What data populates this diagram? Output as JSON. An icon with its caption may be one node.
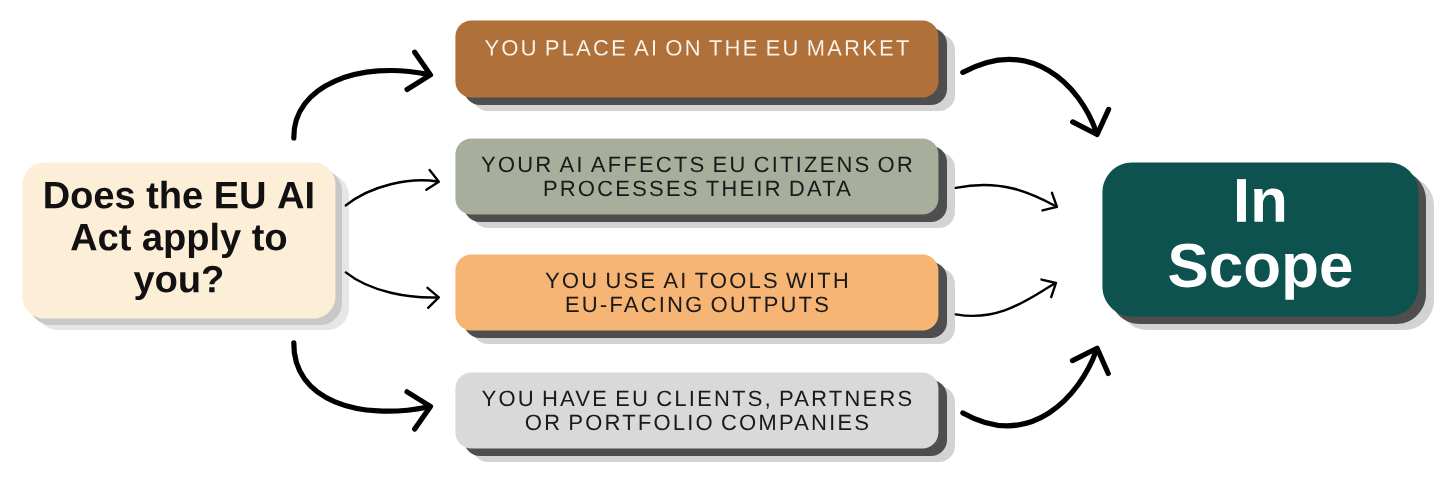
{
  "diagram": {
    "nodes": [
      {
        "text": [
          "Does the EU AI Act apply to you?"
        ]
      },
      {
        "text": [
          "YOU PLACE AI ON THE EU MARKET"
        ]
      },
      {
        "text": [
          "YOUR AI AFFECTS EU CITIZENS OR PROCESSES THEIR DATA"
        ]
      },
      {
        "text": [
          "YOU USE AI TOOLS WITH EU-FACING OUTPUTS"
        ]
      },
      {
        "text": [
          "YOU HAVE EU CLIENTS, PARTNERS OR PORTFOLIO COMPANIES"
        ]
      },
      {
        "text": [
          "In Scope"
        ]
      }
    ],
    "edges": [
      {
        "from": 0,
        "to": 1,
        "arrow": "to",
        "style": "thick"
      },
      {
        "from": 0,
        "to": 2,
        "arrow": "to"
      },
      {
        "from": 0,
        "to": 3,
        "arrow": "to"
      },
      {
        "from": 0,
        "to": 4,
        "arrow": "to",
        "style": "thick"
      },
      {
        "from": 1,
        "to": 5,
        "arrow": "to",
        "style": "thick"
      },
      {
        "from": 2,
        "to": 5,
        "arrow": "to"
      },
      {
        "from": 3,
        "to": 5,
        "arrow": "to"
      },
      {
        "from": 4,
        "to": 5,
        "arrow": "to",
        "style": "thick"
      }
    ]
  }
}
